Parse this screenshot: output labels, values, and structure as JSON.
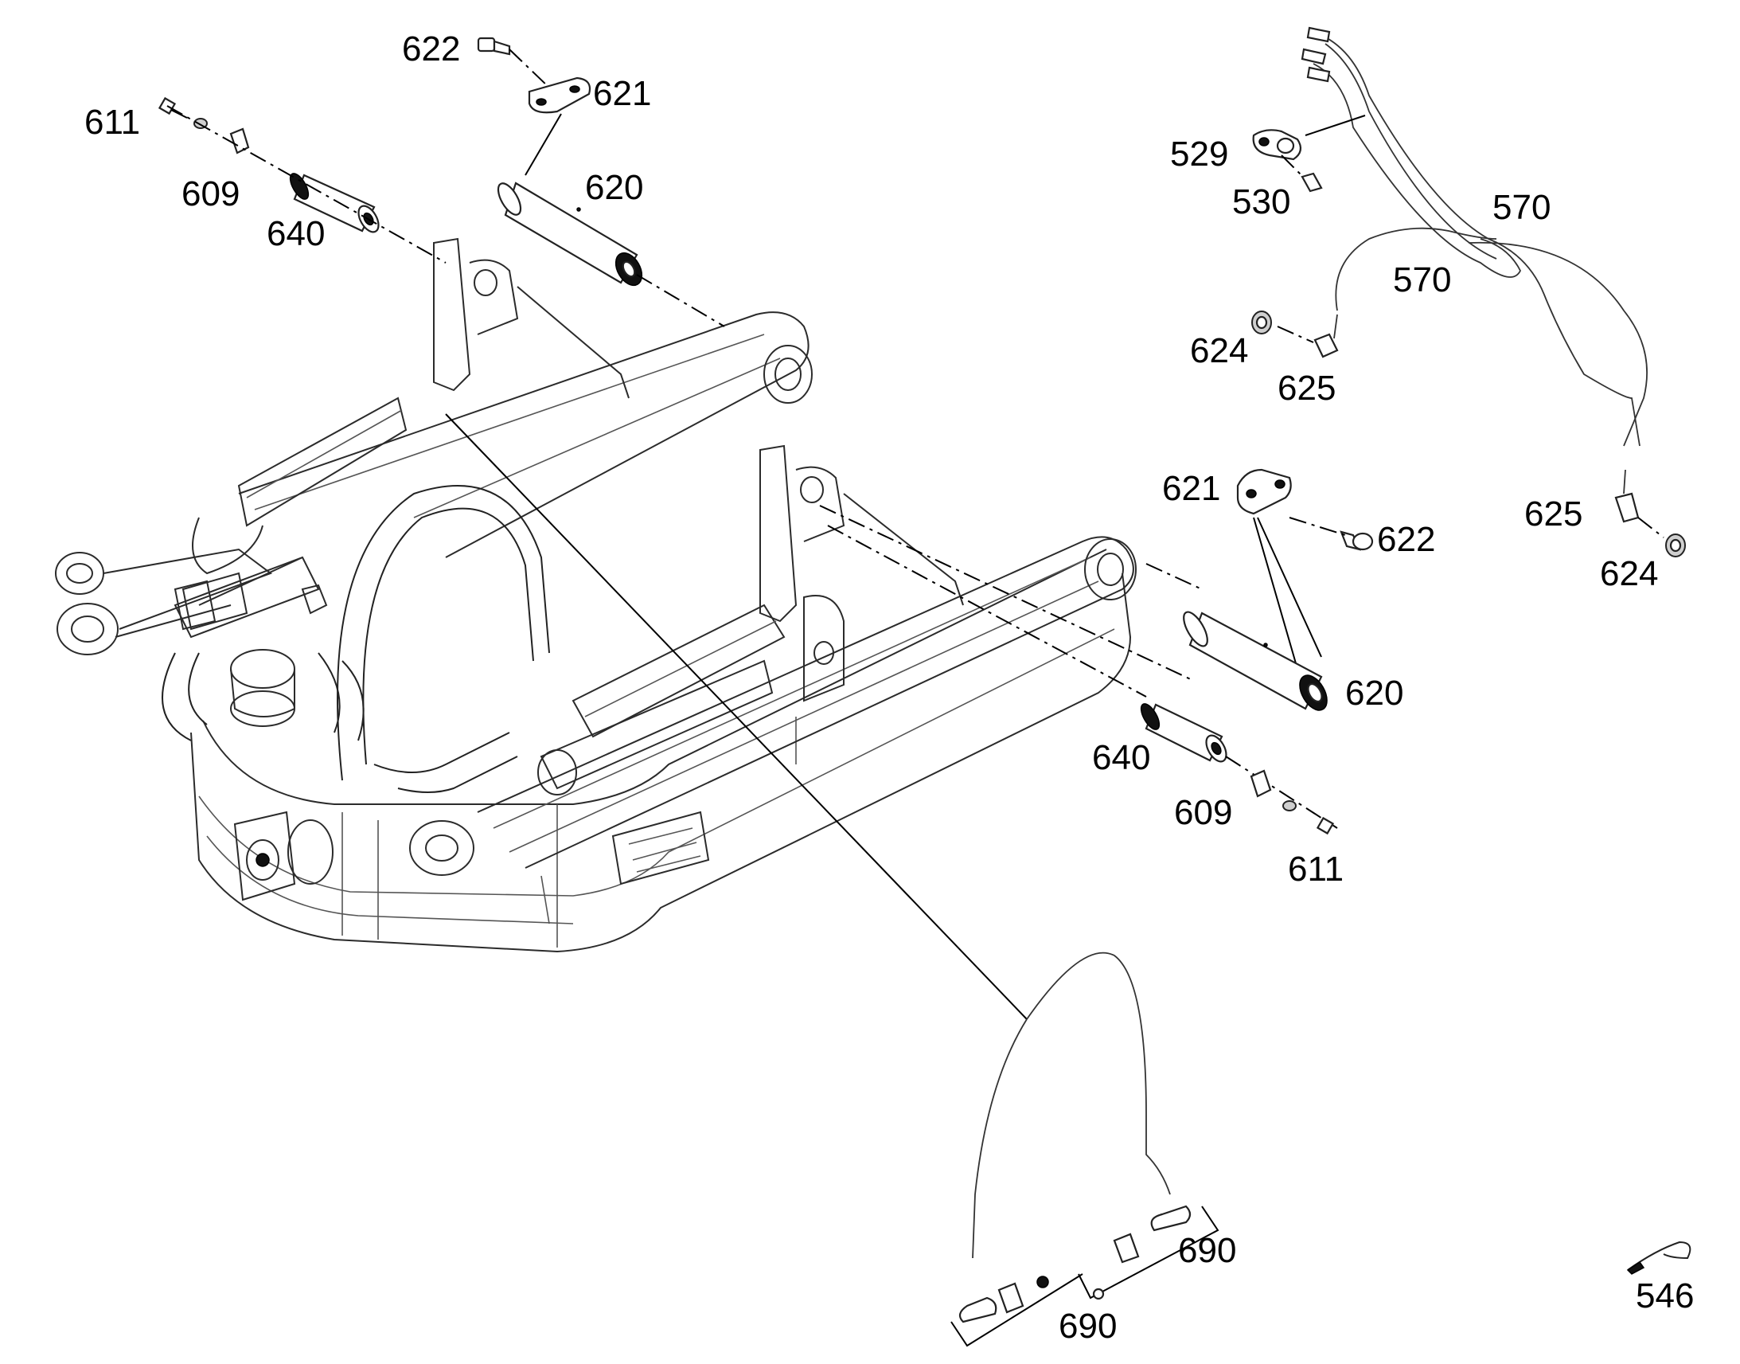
{
  "callouts": {
    "c622_top": "622",
    "c621_top": "621",
    "c620_top": "620",
    "c611_left": "611",
    "c609_left": "609",
    "c640_left": "640",
    "c529": "529",
    "c530": "530",
    "c570_a": "570",
    "c570_b": "570",
    "c624_left": "624",
    "c625_left": "625",
    "c625_right": "625",
    "c624_right": "624",
    "c621_mid": "621",
    "c622_mid": "622",
    "c620_mid": "620",
    "c640_mid": "640",
    "c609_mid": "609",
    "c611_mid": "611",
    "c690_a": "690",
    "c690_b": "690",
    "c546": "546"
  }
}
